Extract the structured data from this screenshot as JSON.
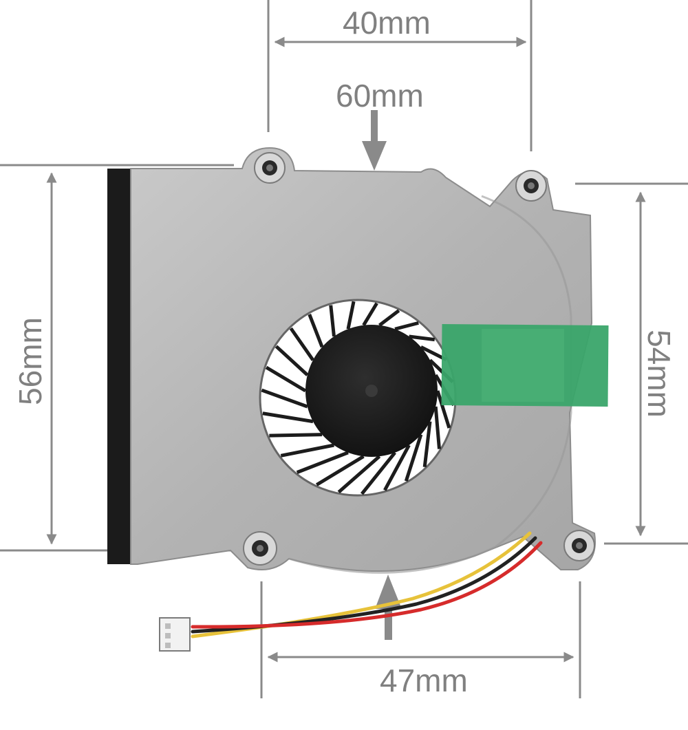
{
  "photo": {
    "subject": "blower-fan",
    "colors": {
      "dimension_lines": "#8a8a8a",
      "dimension_text": "#808080",
      "metal_housing": "#b9b9b9",
      "foam_strip": "#1b1b1b",
      "tape": "#3aa56a",
      "hub": "#1a1a1a",
      "wire_red": "#d62b2b",
      "wire_black": "#222222",
      "wire_yellow": "#e7c23a"
    }
  },
  "dimensions": {
    "top_width": "40mm",
    "inner_top": "60mm",
    "left_height": "56mm",
    "right_height": "54mm",
    "bottom_width": "47mm"
  }
}
